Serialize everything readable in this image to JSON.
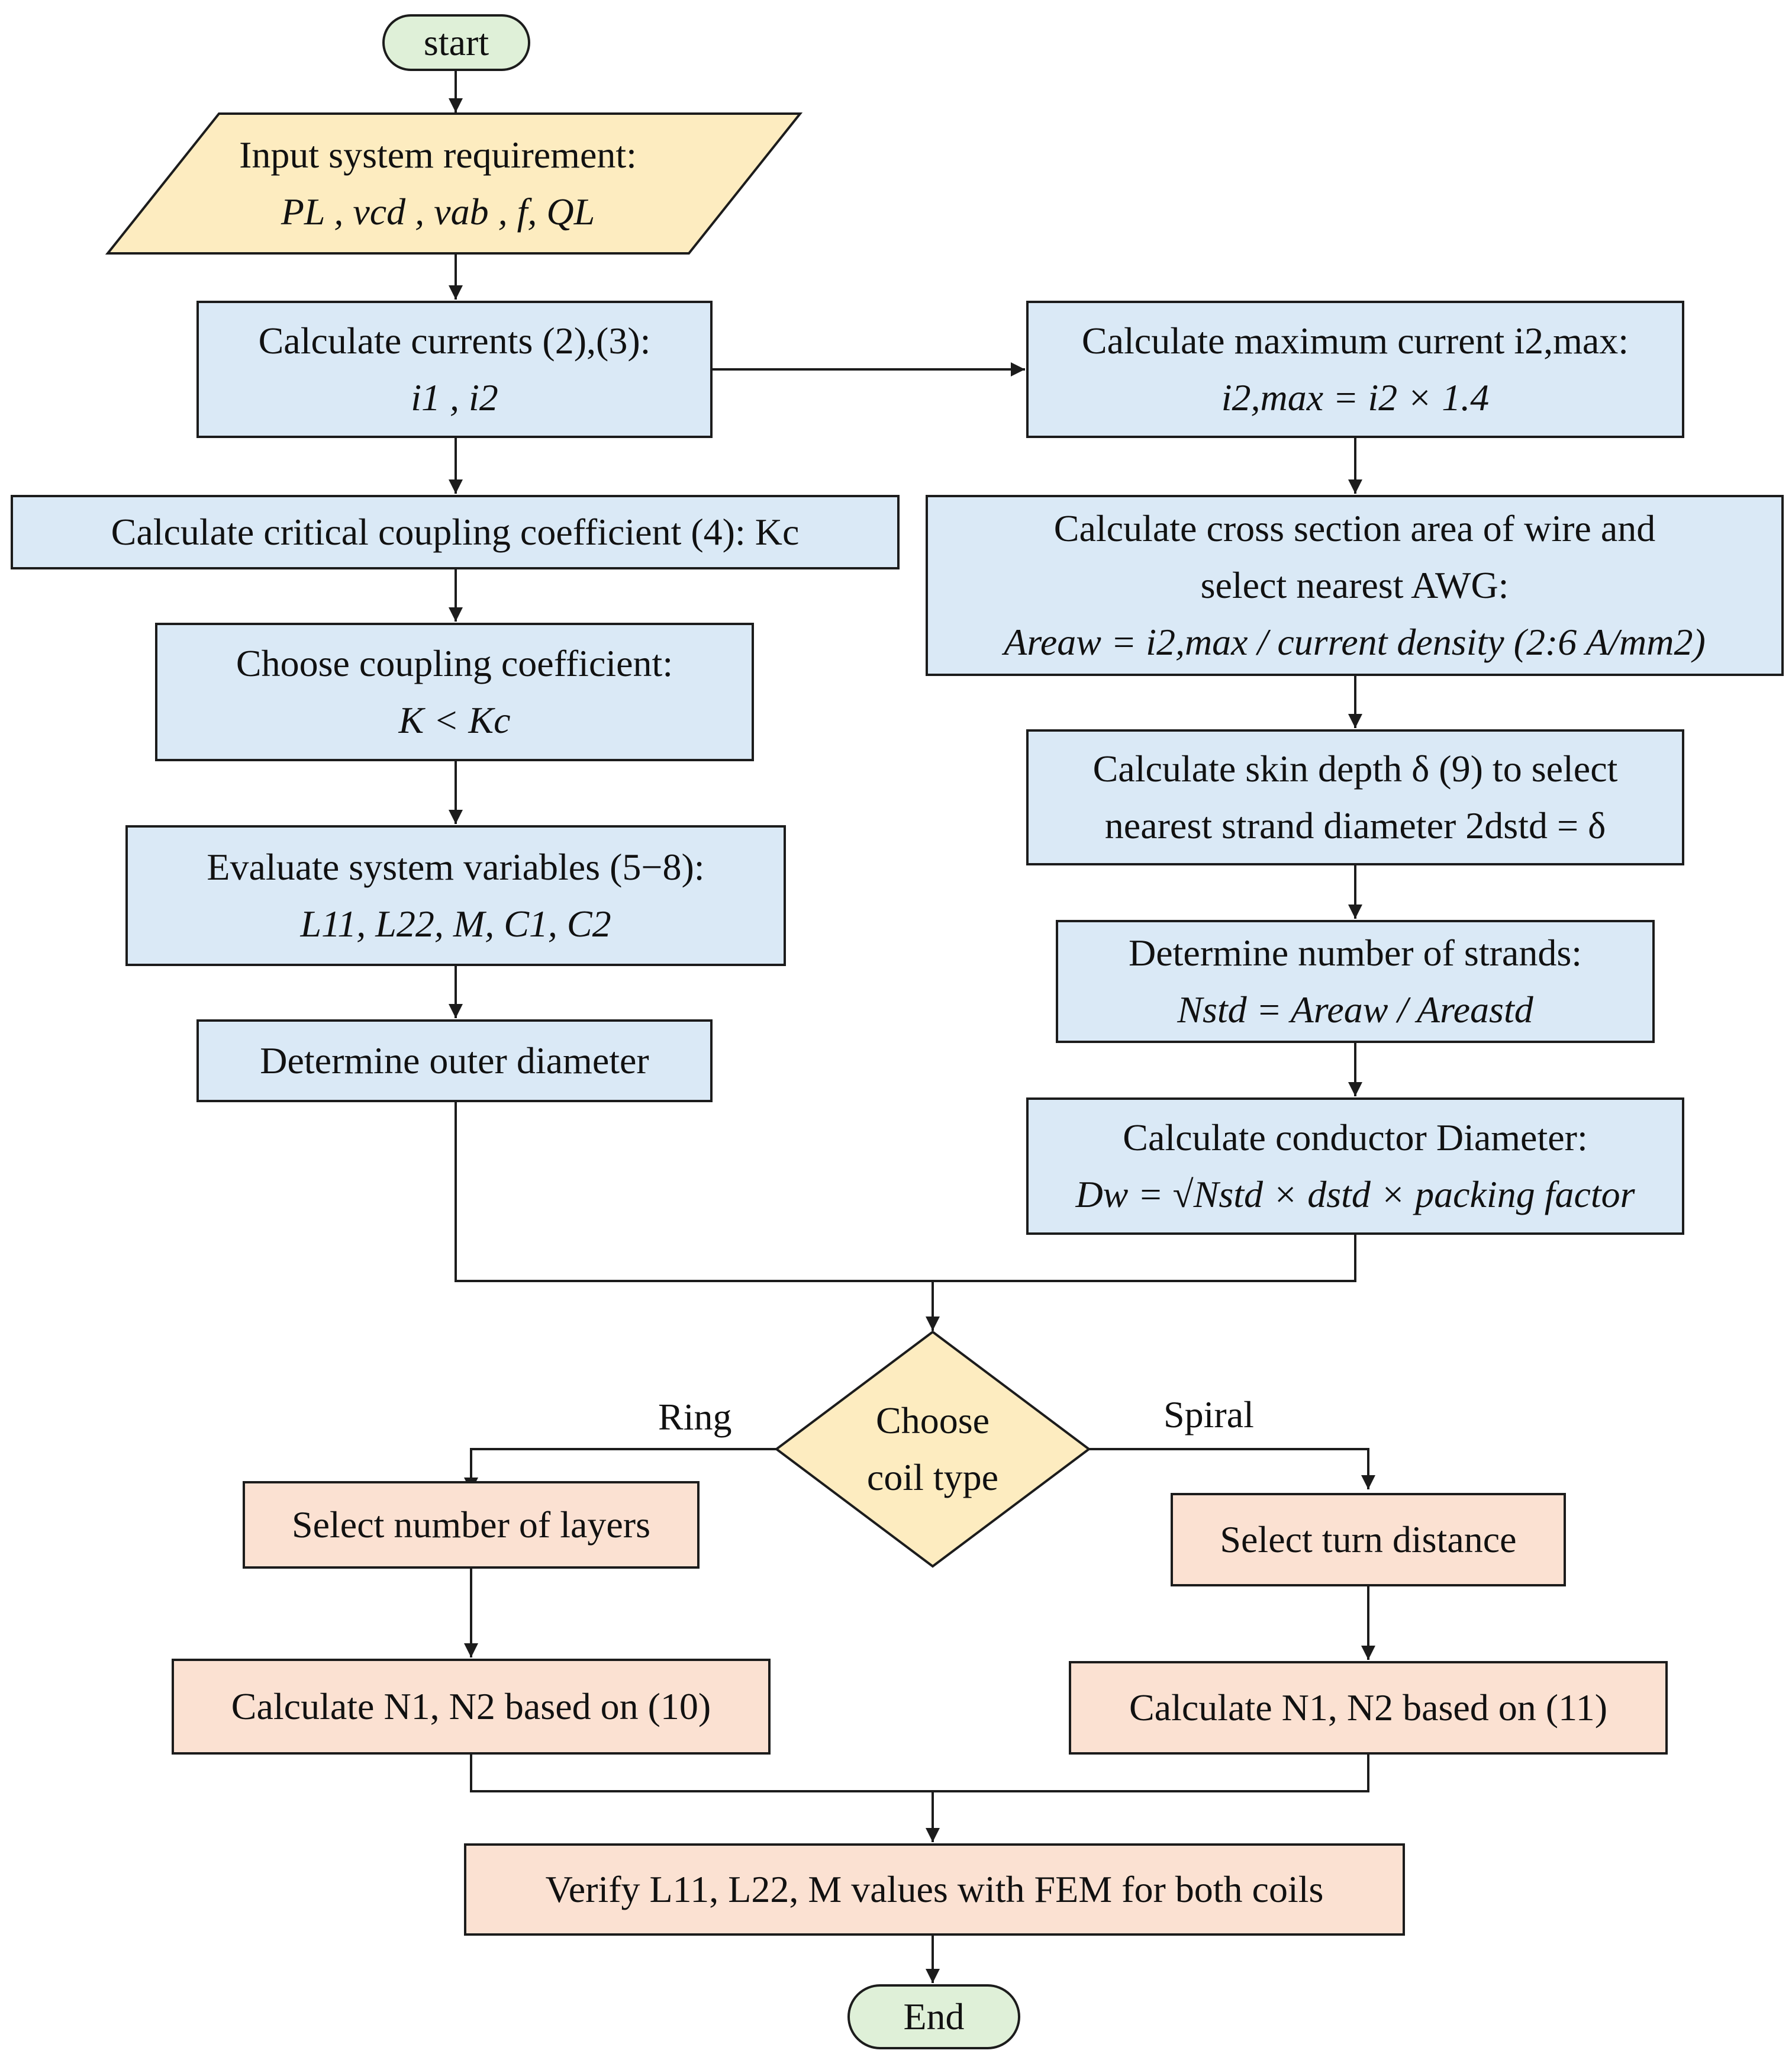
{
  "nodes": {
    "start": "start",
    "input": {
      "line1": "Input system requirement:",
      "line2": "PL , vcd , vab , f, QL"
    },
    "currents": {
      "line1": "Calculate currents (2),(3):",
      "line2": "i1 , i2"
    },
    "critical": {
      "line1": "Calculate critical coupling coefficient (4):  Kc"
    },
    "choose_k": {
      "line1": "Choose coupling coefficient:",
      "line2": "K < Kc"
    },
    "evaluate": {
      "line1": "Evaluate system variables (5−8):",
      "line2": "L11, L22, M, C1, C2"
    },
    "outer": {
      "line1": "Determine outer diameter"
    },
    "max_current": {
      "line1": "Calculate maximum current i2,max:",
      "line2": "i2,max = i2 × 1.4"
    },
    "cross_section": {
      "line1": "Calculate cross section area of wire and",
      "line2": "select nearest AWG:",
      "line3": "Areaw = i2,max / current density (2:6 A/mm2)"
    },
    "skin_depth": {
      "line1": "Calculate skin depth δ (9) to select",
      "line2": "nearest strand diameter 2dstd = δ"
    },
    "strands": {
      "line1": "Determine number of strands:",
      "line2": "Nstd = Areaw / Areastd"
    },
    "conductor": {
      "line1": "Calculate conductor Diameter:",
      "line2": "Dw = √Nstd × dstd × packing factor"
    },
    "decision": {
      "line1": "Choose",
      "line2": "coil type"
    },
    "ring_label": "Ring",
    "spiral_label": "Spiral",
    "layers": {
      "line1": "Select number of layers"
    },
    "turn_distance": {
      "line1": "Select turn distance"
    },
    "ring_calc": {
      "line1": "Calculate N1, N2 based on (10)"
    },
    "spiral_calc": {
      "line1": "Calculate N1, N2 based on (11)"
    },
    "verify": {
      "line1": "Verify L11, L22, M values with FEM for both coils"
    },
    "end": "End"
  },
  "colors": {
    "process_fill": "#dae9f6",
    "io_fill": "#fdecc0",
    "decision_fill": "#fdecc0",
    "coil_fill": "#fbe1d2",
    "terminal_fill": "#dff0d8",
    "stroke": "#1c1c1c"
  }
}
